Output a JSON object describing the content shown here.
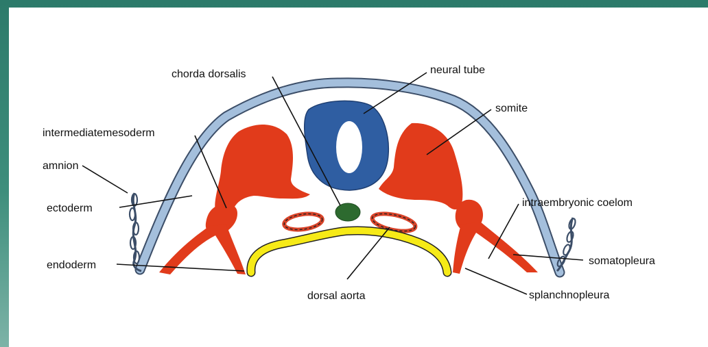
{
  "labels": {
    "chorda_dorsalis": "chorda dorsalis",
    "neural_tube": "neural tube",
    "somite": "somite",
    "intermediate_mesoderm": "intermediatemesoderm",
    "amnion": "amnion",
    "ectoderm": "ectoderm",
    "endoderm": "endoderm",
    "intraembryonic_coelom": "intraembryonic coelom",
    "somatopleura": "somatopleura",
    "splanchnopleura": "splanchnopleura",
    "dorsal_aorta": "dorsal aorta"
  },
  "colors": {
    "ectoderm": "#a4bfdc",
    "ectoderm_outline": "#3c4e68",
    "neural_tube": "#2f5ea2",
    "mesoderm": "#e13b1b",
    "endoderm": "#f6ea17",
    "chorda": "#2d6a2f",
    "aorta_ring": "#d9442a",
    "frame": "#2e7c6c"
  }
}
